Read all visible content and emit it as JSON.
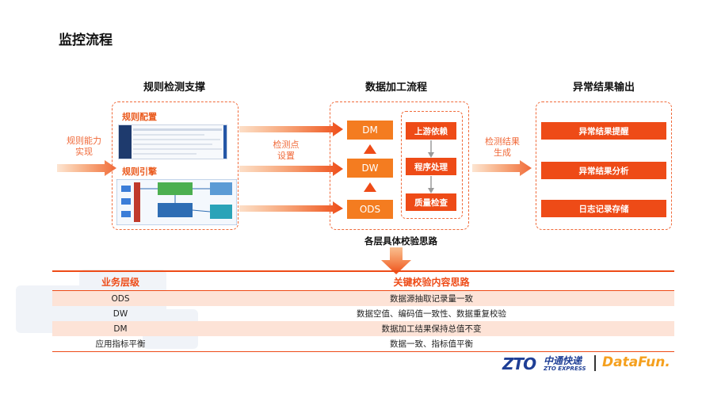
{
  "slide": {
    "title": "监控流程",
    "columns": {
      "left": "规则检测支撑",
      "middle": "数据加工流程",
      "right": "异常结果输出"
    },
    "left_panel": {
      "rule_config": "规则配置",
      "rule_engine": "规则引擎"
    },
    "side_labels": {
      "rule_capability": [
        "规则能力",
        "实现"
      ],
      "check_point": [
        "检测点",
        "设置"
      ],
      "check_result": [
        "检测结果",
        "生成"
      ]
    },
    "layers": [
      "DM",
      "DW",
      "ODS"
    ],
    "process_steps": [
      "上游依赖",
      "程序处理",
      "质量检查"
    ],
    "outputs": [
      "异常结果提醒",
      "异常结果分析",
      "日志记录存储"
    ],
    "below_caption": "各层具体校验思路",
    "table": {
      "headers": [
        "业务层级",
        "关键校验内容思路"
      ],
      "rows": [
        [
          "ODS",
          "数据源抽取记录量一致"
        ],
        [
          "DW",
          "数据空值、编码值一致性、数据重复校验"
        ],
        [
          "DM",
          "数据加工结果保持总值不变"
        ],
        [
          "应用指标平衡",
          "数据一致、指标值平衡"
        ]
      ]
    },
    "logos": {
      "zto_cn": "中通快递",
      "zto_en": "ZTO EXPRESS",
      "zto_mark": "ZTO",
      "datafun": "DataFun."
    },
    "colors": {
      "accent": "#f47c20",
      "red": "#ee4b17",
      "dashed": "#f06a3a",
      "zto_blue": "#1f3f96"
    }
  }
}
